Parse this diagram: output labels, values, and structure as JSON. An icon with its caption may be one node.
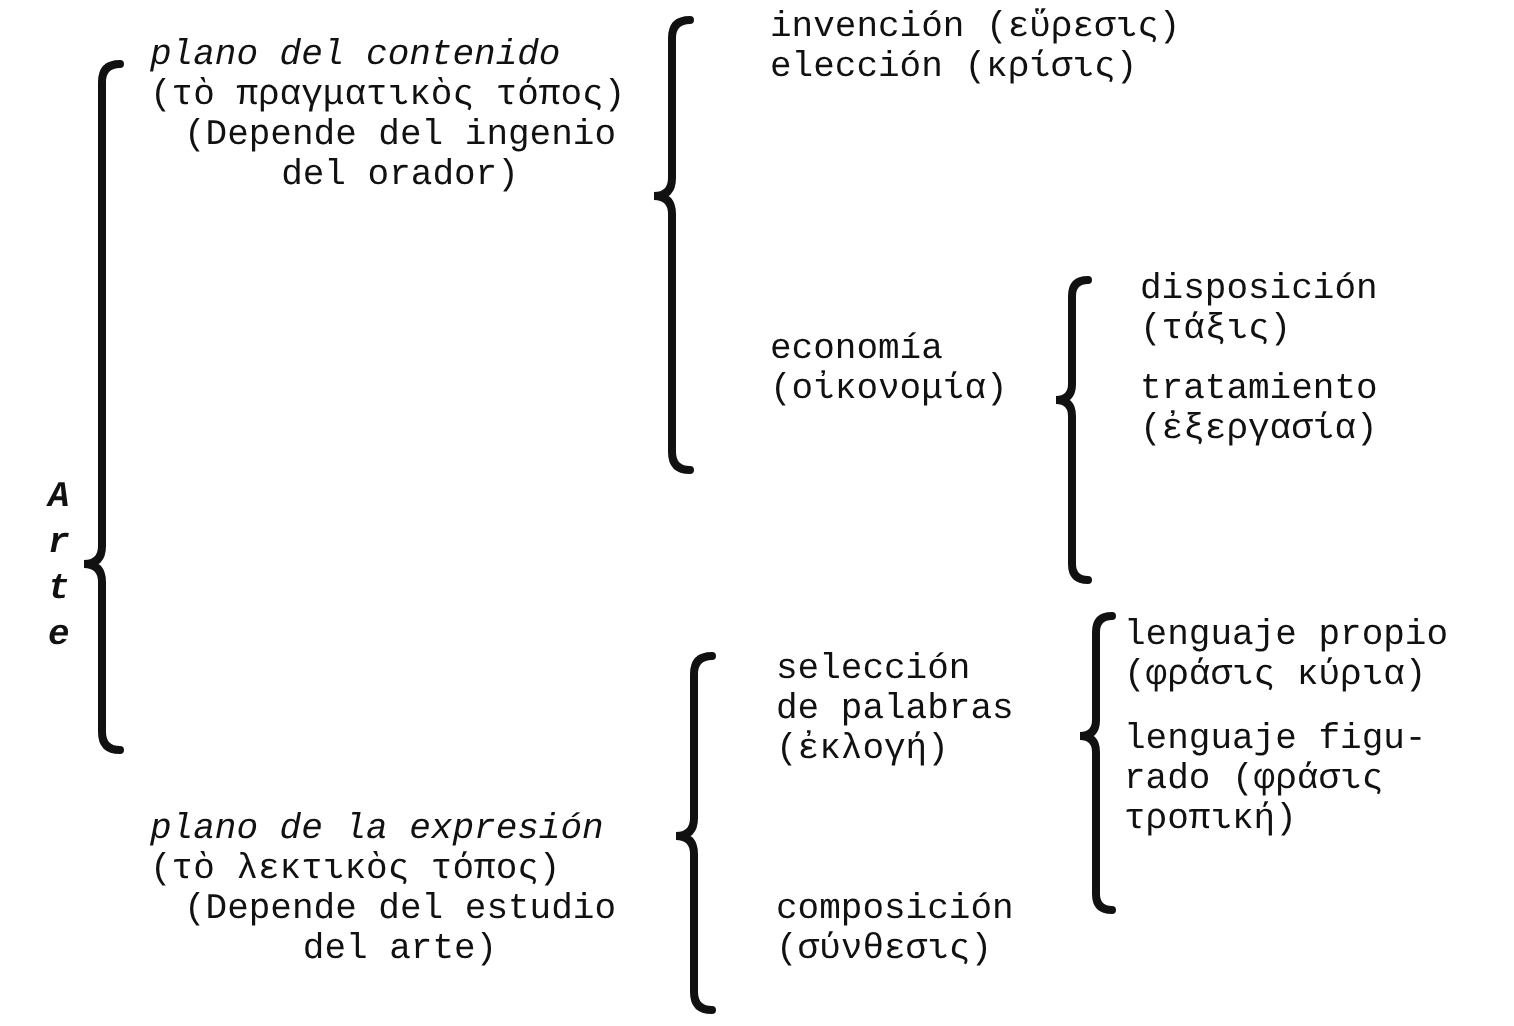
{
  "diagram": {
    "labels": [
      "Arte",
      "plano del contenido",
      "(τὸ πραγματικὸς τόπος)",
      "(Depende del ingenio del orador)",
      "invención (εὕρεσις)",
      "elección (κρίσις)",
      "economía (οἰκονομία)",
      "disposición (τάξις)",
      "tratamiento (ἐξεργασία)",
      "plano de la expresión",
      "(τὸ λεκτικὸς τόπος)",
      "(Depende del estudio del arte)",
      "selección de palabras (ἐκλογή)",
      "lenguaje propio (φράσις κύρια)",
      "lenguaje figu-rado (φράσις τροπική)",
      "composición (σύνθεσις)"
    ]
  }
}
